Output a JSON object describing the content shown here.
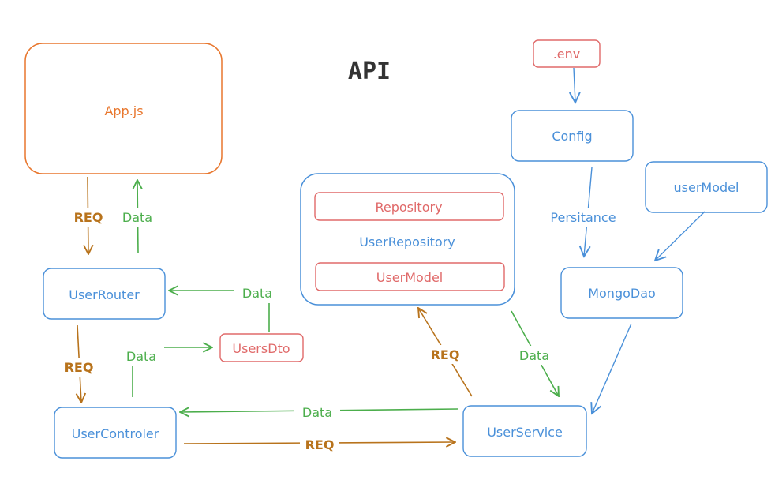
{
  "title": "API",
  "colors": {
    "orange": "#e8772e",
    "blue": "#4a90d9",
    "red": "#e06a6a",
    "green": "#4cae4c",
    "brown": "#b8731c",
    "title": "#333333"
  },
  "nodes": {
    "app_js": "App.js",
    "env": ".env",
    "config": "Config",
    "user_model_box": "userModel",
    "mongo_dao": "MongoDao",
    "user_router": "UserRouter",
    "users_dto": "UsersDto",
    "user_controler": "UserControler",
    "user_service": "UserService",
    "repository": "Repository",
    "user_repository": "UserRepository",
    "user_model_inner": "UserModel"
  },
  "edges": {
    "app_router_req": "REQ",
    "router_app_data": "Data",
    "dto_router_data": "Data",
    "router_controler_req": "REQ",
    "controler_dto_data": "Data",
    "service_controler_data": "Data",
    "controler_service_req": "REQ",
    "service_repo_req": "REQ",
    "repo_service_data": "Data",
    "config_mongo_persitance": "Persitance"
  }
}
